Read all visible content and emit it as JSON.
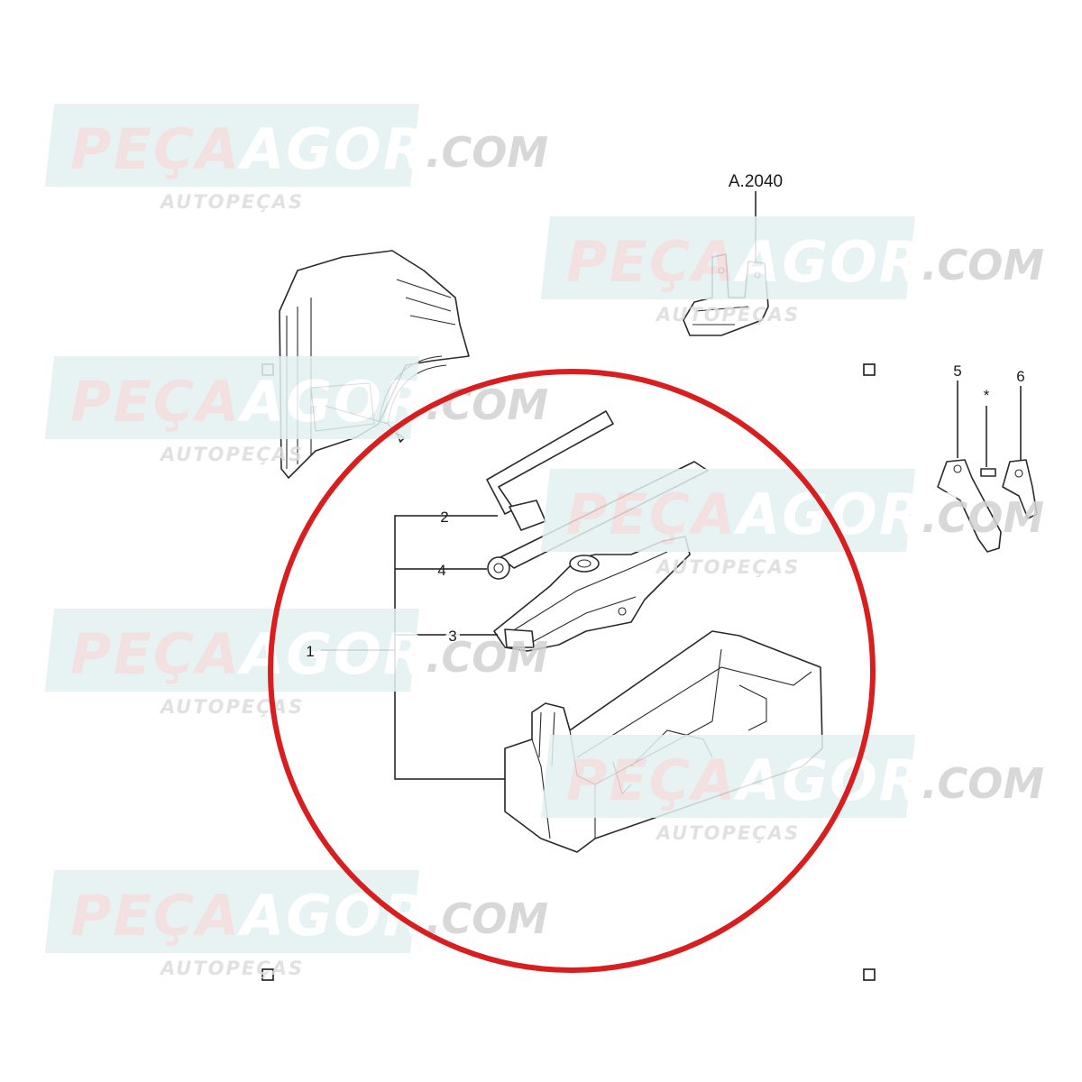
{
  "diagram": {
    "reference_label": "A.2040",
    "callouts": {
      "c1": "1",
      "c2": "2",
      "c3": "3",
      "c4": "4",
      "c5": "5",
      "c6": "6",
      "star": "*"
    }
  },
  "watermark": {
    "part1": "PEÇA",
    "part2": "AGORA",
    "suffix": ".COM",
    "tagline": "AUTOPEÇAS"
  },
  "colors": {
    "highlight_circle": "#d81e1e",
    "watermark_banner": "#e3f1f1",
    "watermark_text_a": "#f2dcdc",
    "watermark_text_b": "#ffffff",
    "line_art": "#2a2a2a"
  }
}
